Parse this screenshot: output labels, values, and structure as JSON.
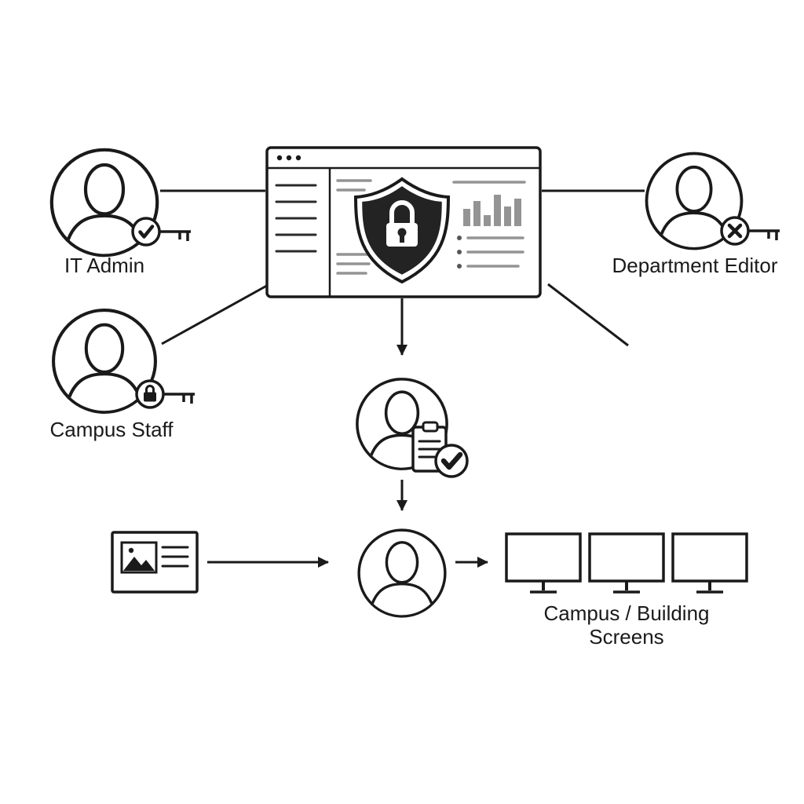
{
  "colors": {
    "ink": "#1a1a1a",
    "gray": "#949494",
    "dark_fill": "#232323",
    "background": "#ffffff"
  },
  "nodes": {
    "it_admin": {
      "label": "IT Admin",
      "badge_icon": "key-check-icon"
    },
    "department_editor": {
      "label": "Department Editor",
      "badge_icon": "key-x-icon"
    },
    "campus_staff": {
      "label": "Campus Staff",
      "badge_icon": "key-lock-icon"
    },
    "cms_window": {
      "icon": "shield-lock-icon"
    },
    "approval_user": {
      "icon": "clipboard-check-icon"
    },
    "publisher_user": {
      "icon": "person-icon"
    },
    "media_card": {
      "icon": "image-icon"
    },
    "screens": {
      "label_line1": "Campus / Building",
      "label_line2": "Screens"
    }
  },
  "browser_preview": {
    "chart_bars": [
      22,
      32,
      14,
      40,
      25,
      35
    ]
  }
}
